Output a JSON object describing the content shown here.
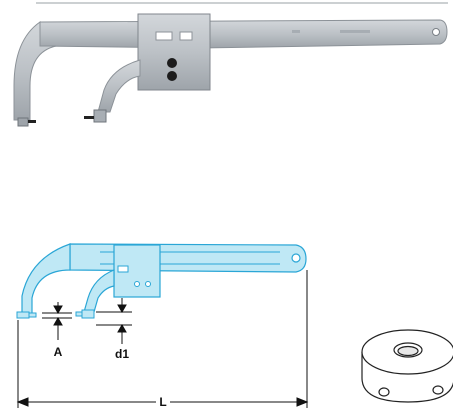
{
  "dimensions": {
    "A": "A",
    "d1": "d1",
    "L": "L"
  },
  "colors": {
    "tool_metal": "#b9bec3",
    "tool_shadow": "#8c9298",
    "drawing_fill": "#bfe8f5",
    "drawing_stroke": "#2aa6d6",
    "dimension_line": "#111111"
  }
}
